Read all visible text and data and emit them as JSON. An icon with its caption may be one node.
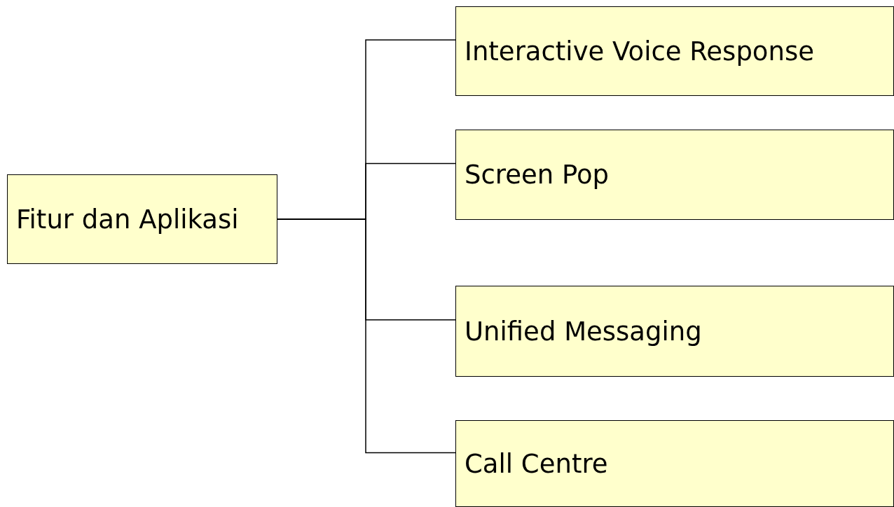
{
  "diagram": {
    "nodes": [
      {
        "text": [
          "Fitur dan Aplikasi"
        ]
      },
      {
        "text": [
          "Interactive Voice Response"
        ]
      },
      {
        "text": [
          "Screen Pop"
        ]
      },
      {
        "text": [
          "Unified Messaging"
        ]
      },
      {
        "text": [
          "Call Centre"
        ]
      }
    ],
    "edges": [
      {
        "from": 0,
        "to": 1,
        "arrow": "none"
      },
      {
        "from": 0,
        "to": 2,
        "arrow": "none"
      },
      {
        "from": 0,
        "to": 3,
        "arrow": "none"
      },
      {
        "from": 0,
        "to": 4,
        "arrow": "none"
      }
    ]
  }
}
